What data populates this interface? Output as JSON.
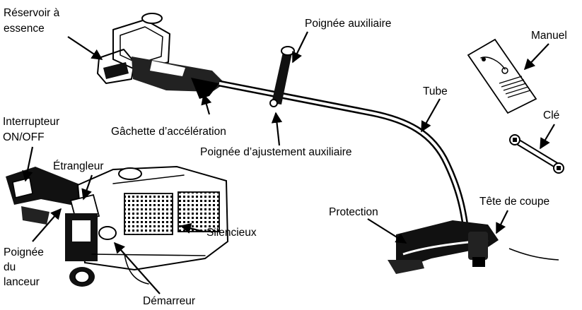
{
  "labels": {
    "reservoir": [
      "Réservoir à",
      "essence"
    ],
    "poignee_aux": "Poignée auxiliaire",
    "manuel": "Manuel",
    "tube": "Tube",
    "cle": "Clé",
    "interrupteur": [
      "Interrupteur",
      "ON/OFF"
    ],
    "gachette": "Gâchette d’accélération",
    "etrangleur": "Étrangleur",
    "poignee_ajust": "Poignée d’ajustement auxiliaire",
    "tete": "Tête de coupe",
    "protection": "Protection",
    "silencieux": "Silencieux",
    "poignee_lanceur": [
      "Poignée",
      "du",
      "lanceur"
    ],
    "demarreur": "Démarreur"
  }
}
